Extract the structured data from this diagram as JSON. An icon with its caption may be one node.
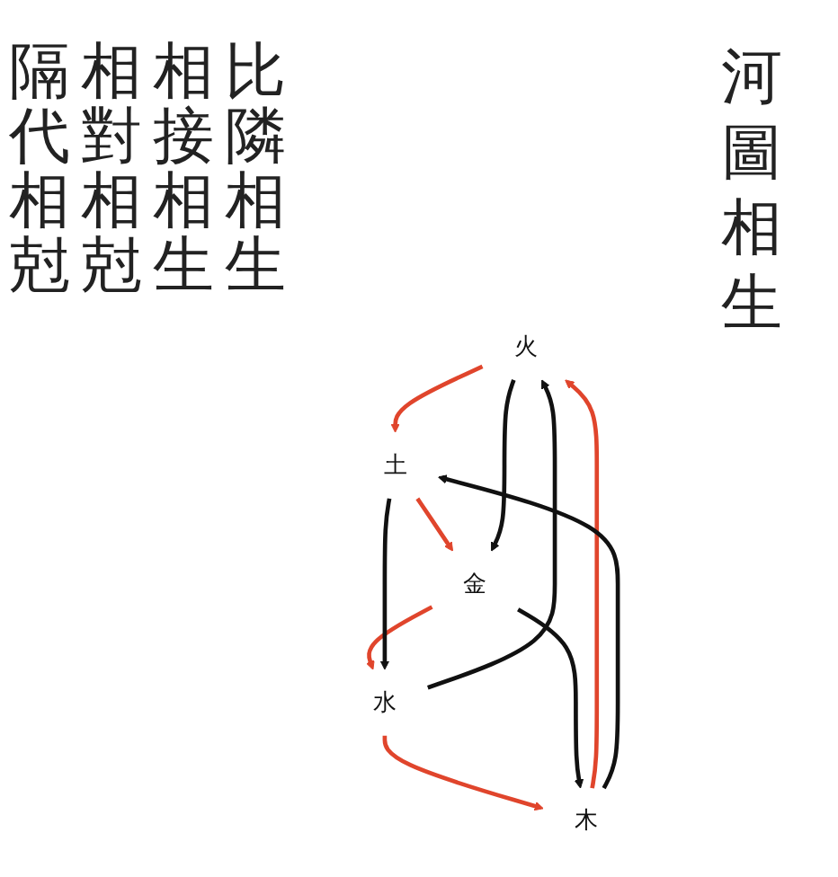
{
  "diagram": {
    "nodes": [
      {
        "text": [
          "火"
        ]
      },
      {
        "text": [
          "木"
        ]
      },
      {
        "text": [
          "土"
        ]
      },
      {
        "text": [
          "水"
        ]
      },
      {
        "text": [
          "金"
        ]
      }
    ],
    "edges": [
      {
        "from": 1,
        "to": 0,
        "arrow": "to",
        "color": "#e0452c"
      },
      {
        "from": 0,
        "to": 2,
        "arrow": "to",
        "color": "#e0452c"
      },
      {
        "from": 2,
        "to": 4,
        "arrow": "to",
        "color": "#e0452c"
      },
      {
        "from": 4,
        "to": 3,
        "arrow": "to",
        "color": "#e0452c"
      },
      {
        "from": 3,
        "to": 1,
        "arrow": "to",
        "color": "#e0452c"
      },
      {
        "from": 1,
        "to": 2,
        "arrow": "to",
        "color": "#111111"
      },
      {
        "from": 2,
        "to": 3,
        "arrow": "to",
        "color": "#111111"
      },
      {
        "from": 3,
        "to": 0,
        "arrow": "to",
        "color": "#111111"
      },
      {
        "from": 0,
        "to": 4,
        "arrow": "to",
        "color": "#111111"
      },
      {
        "from": 4,
        "to": 1,
        "arrow": "to",
        "color": "#111111"
      }
    ],
    "labels": [
      "比隣相生",
      "相接相生",
      "相對相尅",
      "隔代相尅",
      "河圖相生"
    ]
  }
}
